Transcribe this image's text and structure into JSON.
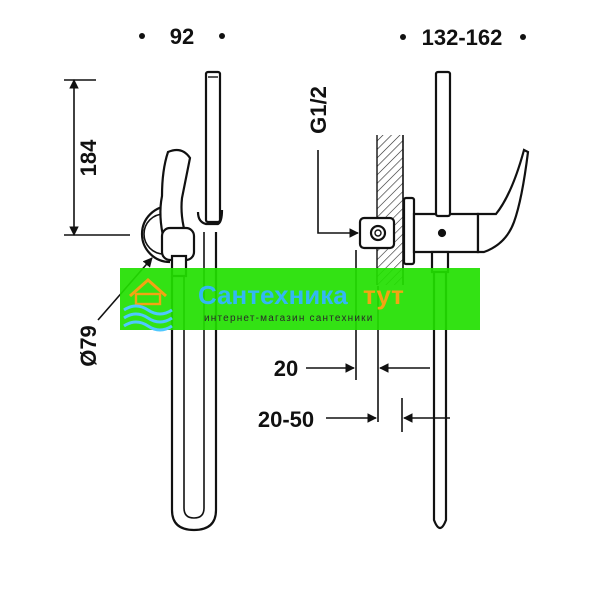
{
  "dimensions": {
    "width_left": "92",
    "width_right": "132-162",
    "height": "184",
    "diameter": "Ø79",
    "thread": "G1/2",
    "offset": "20",
    "offset_range": "20-50"
  },
  "watermark": {
    "title_main": "Сантехника",
    "title_accent": "тут",
    "subtitle": "интернет-магазин сантехники",
    "colors": {
      "band": "#22e000",
      "title": "#33b8f2",
      "accent": "#f2a413",
      "waves": "#4fc8ff",
      "house": "#f2a413"
    }
  }
}
